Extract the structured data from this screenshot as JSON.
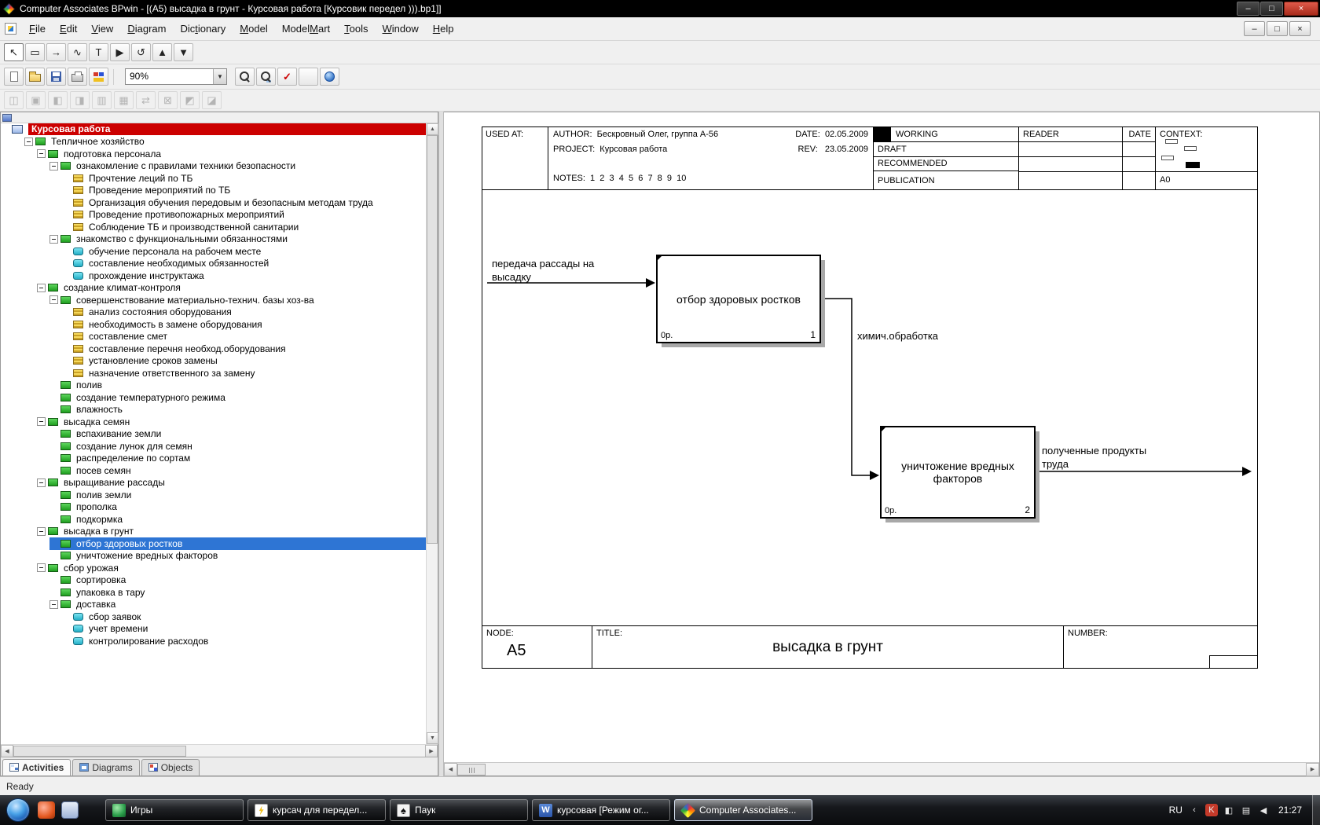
{
  "window": {
    "title": "Computer Associates BPwin - [(A5) высадка в грунт - Курсовая работа  [Курсовик передел ))).bp1]]",
    "controls": {
      "minimize": "–",
      "maximize": "□",
      "close": "×"
    },
    "mdi": {
      "minimize": "–",
      "restore": "□",
      "close": "×"
    }
  },
  "menu": {
    "items": [
      {
        "label": "File",
        "u": 0
      },
      {
        "label": "Edit",
        "u": 0
      },
      {
        "label": "View",
        "u": 0
      },
      {
        "label": "Diagram",
        "u": 0
      },
      {
        "label": "Dictionary",
        "u": 3
      },
      {
        "label": "Model",
        "u": 0
      },
      {
        "label": "ModelMart",
        "u": 5
      },
      {
        "label": "Tools",
        "u": 0
      },
      {
        "label": "Window",
        "u": 0
      },
      {
        "label": "Help",
        "u": 0
      }
    ]
  },
  "toolbars": {
    "tools": [
      {
        "name": "pointer-tool-button",
        "glyph": "↖"
      },
      {
        "name": "activity-box-tool-button",
        "glyph": "▭"
      },
      {
        "name": "arrow-tool-button",
        "glyph": "→"
      },
      {
        "name": "squiggle-arrow-tool-button",
        "glyph": "∿"
      },
      {
        "name": "text-tool-button",
        "glyph": "T"
      },
      {
        "name": "diagram-dictionary-tool-button",
        "glyph": "▶"
      },
      {
        "name": "redraw-diagram-button",
        "glyph": "↺"
      },
      {
        "name": "go-to-parent-diagram-button",
        "glyph": "▲"
      },
      {
        "name": "go-to-child-diagram-button",
        "glyph": "▼"
      }
    ],
    "file_group": [
      {
        "name": "new-model-button",
        "icon": "new"
      },
      {
        "name": "open-model-button",
        "icon": "open"
      },
      {
        "name": "save-model-button",
        "icon": "save"
      },
      {
        "name": "print-button",
        "icon": "print"
      },
      {
        "name": "report-button",
        "icon": "colors"
      }
    ],
    "zoom": {
      "value": "90%"
    },
    "view_group": [
      {
        "name": "zoom-in-button",
        "icon": "zoom"
      },
      {
        "name": "zoom-area-button",
        "icon": "zoomarea"
      },
      {
        "name": "spell-check-button",
        "glyph": "✓"
      },
      {
        "name": "model-explorer-toggle-button",
        "icon": "tree"
      },
      {
        "name": "modelmart-button",
        "icon": "globe"
      }
    ],
    "modelmart_disabled": [
      {
        "name": "mm-connect-button",
        "glyph": "◫"
      },
      {
        "name": "mm-commit-button",
        "glyph": "▣"
      },
      {
        "name": "mm-lock-button",
        "glyph": "◧"
      },
      {
        "name": "mm-unlock-button",
        "glyph": "◨"
      },
      {
        "name": "mm-users-button",
        "glyph": "▥"
      },
      {
        "name": "mm-properties-button",
        "glyph": "▦"
      },
      {
        "name": "mm-sync-button",
        "glyph": "⇄"
      },
      {
        "name": "mm-mail-button",
        "glyph": "⊠"
      },
      {
        "name": "mm-key-button",
        "glyph": "◩"
      },
      {
        "name": "mm-info-button",
        "glyph": "◪"
      }
    ]
  },
  "tree": {
    "root": {
      "label": "Курсовая работа"
    },
    "items": [
      {
        "label": "Тепличное хозяйство",
        "level": 1,
        "icon": "green",
        "exp": true
      },
      {
        "label": "подготовка персонала",
        "level": 2,
        "icon": "green",
        "exp": true
      },
      {
        "label": "ознакомление с правилами техники безопасности",
        "level": 3,
        "icon": "green",
        "exp": true
      },
      {
        "label": "Прочтение леций по ТБ",
        "level": 4,
        "icon": "yellow"
      },
      {
        "label": "Проведение мероприятий по ТБ",
        "level": 4,
        "icon": "yellow"
      },
      {
        "label": "Организация обучения передовым и безопасным методам труда",
        "level": 4,
        "icon": "yellow"
      },
      {
        "label": "Проведение противопожарных мероприятий",
        "level": 4,
        "icon": "yellow"
      },
      {
        "label": "Соблюдение ТБ и производственной санитарии",
        "level": 4,
        "icon": "yellow"
      },
      {
        "label": "знакомство с функциональными обязанностями",
        "level": 3,
        "icon": "green",
        "exp": true
      },
      {
        "label": "обучение персонала на рабочем месте",
        "level": 4,
        "icon": "cyan"
      },
      {
        "label": "составление необходимых обязанностей",
        "level": 4,
        "icon": "cyan"
      },
      {
        "label": "прохождение инструктажа",
        "level": 4,
        "icon": "cyan"
      },
      {
        "label": "создание климат-контроля",
        "level": 2,
        "icon": "green",
        "exp": true
      },
      {
        "label": "совершенствование материально-технич. базы хоз-ва",
        "level": 3,
        "icon": "green",
        "exp": true
      },
      {
        "label": "анализ состояния оборудования",
        "level": 4,
        "icon": "yellow"
      },
      {
        "label": "необходимость в замене оборудования",
        "level": 4,
        "icon": "yellow"
      },
      {
        "label": "составление смет",
        "level": 4,
        "icon": "yellow"
      },
      {
        "label": "составление перечня необход.оборудования",
        "level": 4,
        "icon": "yellow"
      },
      {
        "label": "установление сроков замены",
        "level": 4,
        "icon": "yellow"
      },
      {
        "label": "назначение ответственного за замену",
        "level": 4,
        "icon": "yellow"
      },
      {
        "label": "полив",
        "level": 3,
        "icon": "green"
      },
      {
        "label": "создание температурного режима",
        "level": 3,
        "icon": "green"
      },
      {
        "label": "влажность",
        "level": 3,
        "icon": "green"
      },
      {
        "label": "высадка семян",
        "level": 2,
        "icon": "green",
        "exp": true
      },
      {
        "label": "вспахивание земли",
        "level": 3,
        "icon": "green"
      },
      {
        "label": "создание лунок для семян",
        "level": 3,
        "icon": "green"
      },
      {
        "label": "распределение по сортам",
        "level": 3,
        "icon": "green"
      },
      {
        "label": "посев семян",
        "level": 3,
        "icon": "green"
      },
      {
        "label": "выращивание рассады",
        "level": 2,
        "icon": "green",
        "exp": true
      },
      {
        "label": "полив земли",
        "level": 3,
        "icon": "green"
      },
      {
        "label": "прополка",
        "level": 3,
        "icon": "green"
      },
      {
        "label": "подкормка",
        "level": 3,
        "icon": "green"
      },
      {
        "label": "высадка в грунт",
        "level": 2,
        "icon": "green",
        "exp": true
      },
      {
        "label": "отбор здоровых ростков",
        "level": 3,
        "icon": "green",
        "sel": true
      },
      {
        "label": "уничтожение вредных факторов",
        "level": 3,
        "icon": "green"
      },
      {
        "label": "сбор урожая",
        "level": 2,
        "icon": "green",
        "exp": true
      },
      {
        "label": "сортировка",
        "level": 3,
        "icon": "green"
      },
      {
        "label": "упаковка в тару",
        "level": 3,
        "icon": "green"
      },
      {
        "label": "доставка",
        "level": 3,
        "icon": "green",
        "exp": true
      },
      {
        "label": "сбор заявок",
        "level": 4,
        "icon": "cyan"
      },
      {
        "label": "учет времени",
        "level": 4,
        "icon": "cyan"
      },
      {
        "label": "контролирование расходов",
        "level": 4,
        "icon": "cyan"
      }
    ]
  },
  "tabs": {
    "items": [
      {
        "label": "Activities",
        "icon": "activities",
        "active": true
      },
      {
        "label": "Diagrams",
        "icon": "diagrams"
      },
      {
        "label": "Objects",
        "icon": "objects"
      }
    ]
  },
  "kit": {
    "used_at": "USED AT:",
    "author": "AUTHOR:  Бескровный Олег, группа А-56",
    "date": "DATE:  02.05.2009",
    "project": "PROJECT:  Курсовая работа",
    "rev": "REV:   23.05.2009",
    "notes": "NOTES:  1  2  3  4  5  6  7  8  9  10",
    "statuses": [
      "WORKING",
      "DRAFT",
      "RECOMMENDED",
      "PUBLICATION"
    ],
    "reader": "READER",
    "date_col": "DATE",
    "context_label": "CONTEXT:",
    "context_node": "A0"
  },
  "diagram": {
    "boxes": [
      {
        "label": "отбор здоровых ростков",
        "cost": "0р.",
        "num": "1"
      },
      {
        "label": "уничтожение вредных факторов",
        "cost": "0р.",
        "num": "2"
      }
    ],
    "arrows": [
      {
        "label": "передача рассады на\nвысадку"
      },
      {
        "label": "химич.обработка"
      },
      {
        "label": "полученные продукты\nтруда"
      }
    ]
  },
  "node_bar": {
    "node_label": "NODE:",
    "node_value": "A5",
    "title_label": "TITLE:",
    "title_value": "высадка в грунт",
    "number_label": "NUMBER:"
  },
  "status_bar": {
    "text": "Ready"
  },
  "taskbar": {
    "buttons": [
      {
        "label": "Игры",
        "icon": "games"
      },
      {
        "label": "курсач для передел...",
        "icon": "bpwin-file"
      },
      {
        "label": "Паук",
        "icon": "spider",
        "glyph": "♠"
      },
      {
        "label": "курсовая [Режим ог...",
        "icon": "word",
        "glyph": "W"
      },
      {
        "label": "Computer Associates...",
        "icon": "ca",
        "active": true
      }
    ],
    "tray": {
      "lang": "RU",
      "icons": [
        {
          "name": "tray-expand-icon",
          "glyph": "‹"
        },
        {
          "name": "antivirus-icon",
          "glyph": "K",
          "bg": "#c43a2a"
        },
        {
          "name": "tray-app-icon",
          "glyph": "◧"
        },
        {
          "name": "network-icon",
          "glyph": "▤"
        },
        {
          "name": "volume-icon",
          "glyph": "◀"
        }
      ],
      "time": "21:27"
    }
  }
}
